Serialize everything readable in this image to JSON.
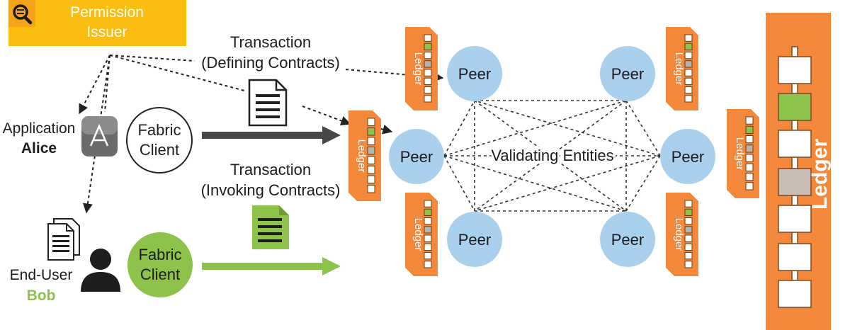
{
  "permission_issuer": {
    "line1": "Permission",
    "line2": "Issuer",
    "icon": "magnifier-icon"
  },
  "transaction_define": {
    "line1": "Transaction",
    "line2": "(Defining Contracts)"
  },
  "transaction_invoke": {
    "line1": "Transaction",
    "line2": "(Invoking Contracts)"
  },
  "application": {
    "label": "Application",
    "name": "Alice",
    "icon": "app-store-icon"
  },
  "end_user": {
    "label": "End-User",
    "name": "Bob",
    "icon": "person-icon"
  },
  "fabric_client_alice": {
    "line1": "Fabric",
    "line2": "Client"
  },
  "fabric_client_bob": {
    "line1": "Fabric",
    "line2": "Client"
  },
  "peers": [
    "Peer",
    "Peer",
    "Peer",
    "Peer",
    "Peer",
    "Peer"
  ],
  "ledger_tag_label": "Ledger",
  "network_label": "Validating Entities",
  "main_ledger_label": "Ledger",
  "colors": {
    "orange": "#f3873a",
    "yellow": "#fbbd12",
    "peer_blue": "#a9d0ec",
    "green": "#8dc24b",
    "dark": "#2c2c2c"
  }
}
